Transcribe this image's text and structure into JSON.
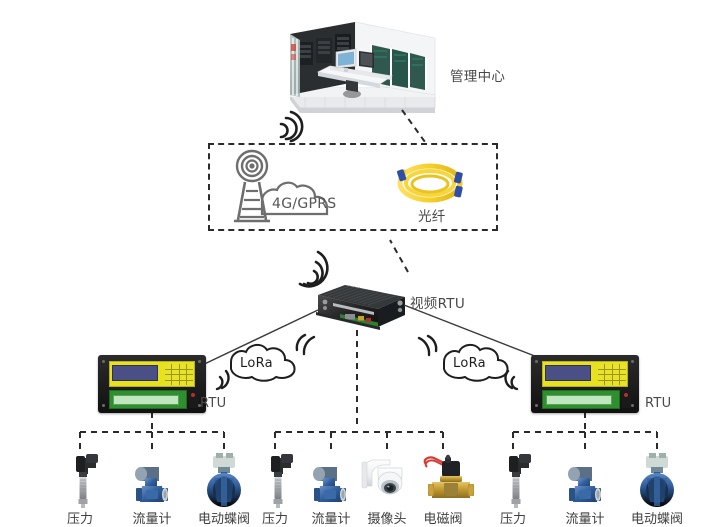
{
  "diagram": {
    "title_cn": "管理中心",
    "type": "network-topology",
    "background": "#ffffff"
  },
  "management_center": {
    "label": "管理中心",
    "icon": "control-room-isometric"
  },
  "network_box": {
    "items": [
      {
        "label": "4G/GPRS",
        "icon": "cell-tower-cloud-icon"
      },
      {
        "label": "光纤",
        "icon": "fiber-optic-coil-icon"
      }
    ]
  },
  "video_rtu": {
    "label": "视频RTU",
    "icon": "video-rtu-device"
  },
  "lora": {
    "label": "LoRa",
    "icon": "lora-cloud-bubble"
  },
  "rtu_left": {
    "label": "RTU",
    "icon": "rtu-device"
  },
  "rtu_right": {
    "label": "RTU",
    "icon": "rtu-device"
  },
  "device_groups": [
    {
      "group": "left",
      "devices": [
        {
          "label": "压力",
          "icon": "pressure-sensor-icon"
        },
        {
          "label": "流量计",
          "icon": "flow-meter-icon"
        },
        {
          "label": "电动蝶阀",
          "icon": "electric-butterfly-valve-icon"
        }
      ]
    },
    {
      "group": "middle",
      "devices": [
        {
          "label": "压力",
          "icon": "pressure-sensor-icon"
        },
        {
          "label": "流量计",
          "icon": "flow-meter-icon"
        },
        {
          "label": "摄像头",
          "icon": "ptz-camera-icon"
        },
        {
          "label": "电磁阀",
          "icon": "solenoid-valve-icon"
        }
      ]
    },
    {
      "group": "right",
      "devices": [
        {
          "label": "压力",
          "icon": "pressure-sensor-icon"
        },
        {
          "label": "流量计",
          "icon": "flow-meter-icon"
        },
        {
          "label": "电动蝶阀",
          "icon": "electric-butterfly-valve-icon"
        }
      ]
    }
  ],
  "colors": {
    "line": "#2b2b2b",
    "text": "#454545",
    "fiber_yellow": "#f5cf27",
    "fiber_connector": "#2f4ea8",
    "rtu_panel_yellow": "#e8e11f",
    "rtu_lcd_blue": "#4a4f86",
    "rtu_terminal_green": "#2f8f2f",
    "valve_blue": "#2f5c99",
    "brass": "#c8a23c",
    "tower_gray": "#6e6e6e"
  }
}
